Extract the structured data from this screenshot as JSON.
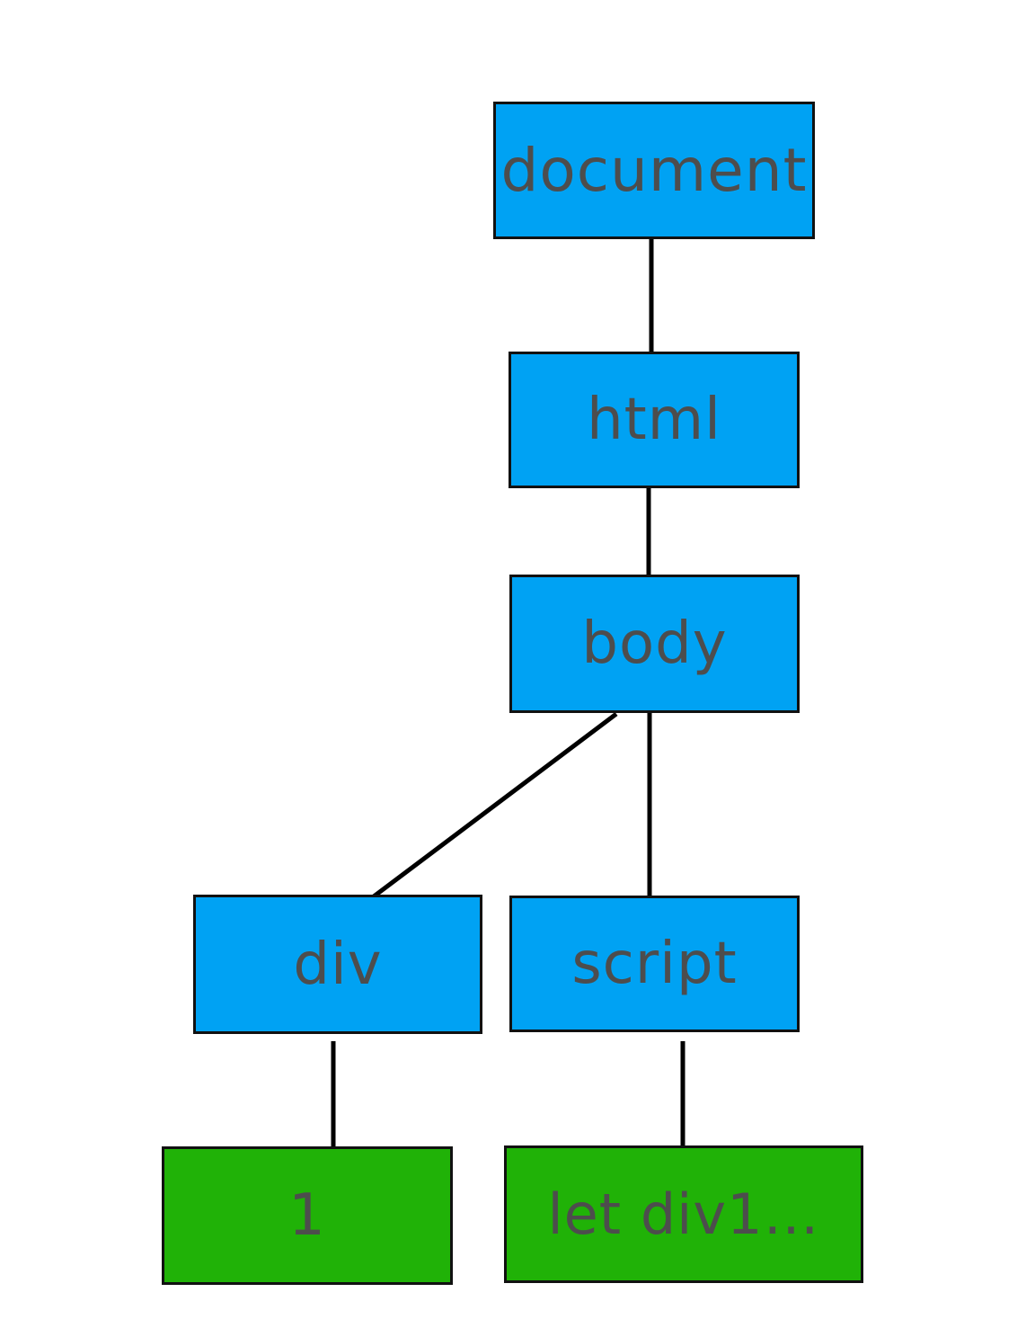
{
  "diagram": {
    "description": "DOM tree",
    "nodes": [
      {
        "id": "document",
        "label": "document",
        "kind": "element"
      },
      {
        "id": "html",
        "label": "html",
        "kind": "element"
      },
      {
        "id": "body",
        "label": "body",
        "kind": "element"
      },
      {
        "id": "div",
        "label": "div",
        "kind": "element"
      },
      {
        "id": "script",
        "label": "script",
        "kind": "element"
      },
      {
        "id": "text-1",
        "label": "1",
        "kind": "text-node"
      },
      {
        "id": "text-let-div1",
        "label": "let div1…",
        "kind": "text-node"
      }
    ],
    "edges": [
      {
        "from": "document",
        "to": "html"
      },
      {
        "from": "html",
        "to": "body"
      },
      {
        "from": "body",
        "to": "div"
      },
      {
        "from": "body",
        "to": "script"
      },
      {
        "from": "div",
        "to": "text-1"
      },
      {
        "from": "script",
        "to": "text-let-div1"
      }
    ],
    "colors": {
      "element_fill": "#00A2F3",
      "text_fill": "#20B207",
      "label": "#4D4D4D",
      "border": "#111111",
      "edge": "#000000",
      "background": "#FFFFFF"
    }
  }
}
